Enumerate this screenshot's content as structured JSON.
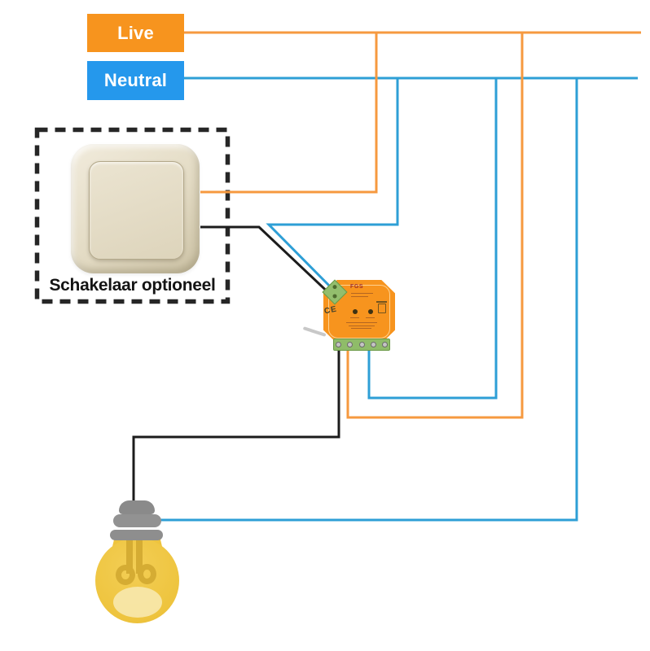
{
  "legend": {
    "live": {
      "label": "Live",
      "color": "#F7941E",
      "text_color": "#FFFFFF"
    },
    "neutral": {
      "label": "Neutral",
      "color": "#2598EC",
      "text_color": "#FFFFFF"
    }
  },
  "switch": {
    "caption": "Schakelaar optioneel"
  },
  "module": {
    "brand_label": "FGS",
    "ce_mark": "CE",
    "body_color": "#F7941E",
    "terminal_color": "#8FBC69"
  },
  "wires": {
    "live_color": "#F6993F",
    "neutral_color": "#2E9FD6",
    "switched_color": "#1C1C1C"
  },
  "bulb": {
    "glass_color": "#EEC43E",
    "cap_color": "#8E8E8E",
    "filament_color": "#D5AC33"
  }
}
